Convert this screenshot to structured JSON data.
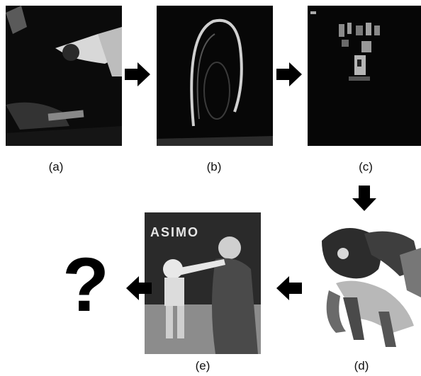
{
  "panels": [
    {
      "id": "a",
      "label": "(a)"
    },
    {
      "id": "b",
      "label": "(b)"
    },
    {
      "id": "c",
      "label": "(c)"
    },
    {
      "id": "d",
      "label": "(d)"
    },
    {
      "id": "e",
      "label": "(e)"
    }
  ],
  "final_symbol": "?",
  "logo_text": "ASIMO",
  "colors": {
    "background": "#ffffff",
    "arrow": "#000000",
    "panel_dark": "#0a0a0a"
  }
}
